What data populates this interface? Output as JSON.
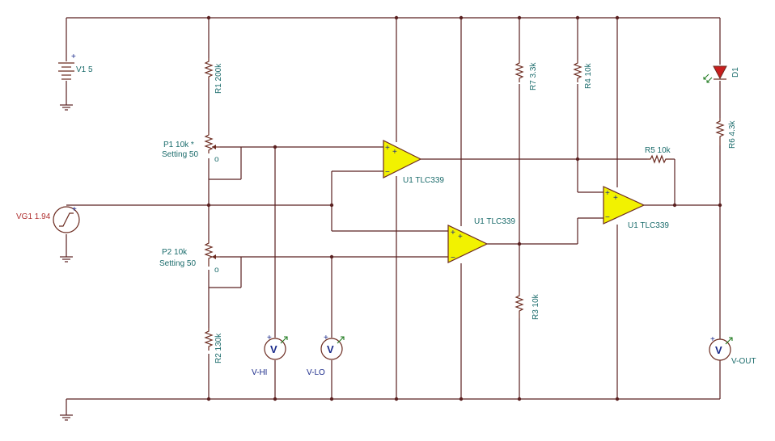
{
  "components": {
    "v1": {
      "label": "V1 5"
    },
    "vg1": {
      "label": "VG1 1.94"
    },
    "r1": {
      "label": "R1 200k"
    },
    "r2": {
      "label": "R2 130k"
    },
    "r3": {
      "label": "R3 10k"
    },
    "r4": {
      "label": "R4 10k"
    },
    "r5": {
      "label": "R5 10k"
    },
    "r6": {
      "label": "R6 4.3k"
    },
    "r7": {
      "label": "R7 3.3k"
    },
    "p1": {
      "label": "P1 10k *",
      "setting": "Setting 50"
    },
    "p2": {
      "label": "P2 10k",
      "setting": "Setting 50"
    },
    "d1": {
      "label": "D1"
    },
    "u1a": {
      "label": "U1 TLC339"
    },
    "u1b": {
      "label": "U1 TLC339"
    },
    "u1c": {
      "label": "U1 TLC339"
    },
    "vhi": {
      "label": "V-HI",
      "symbol": "V"
    },
    "vlo": {
      "label": "V-LO",
      "symbol": "V"
    },
    "vout": {
      "label": "V-OUT",
      "symbol": "V"
    }
  },
  "marks": {
    "plus": "+",
    "minus": "−",
    "wiper": "o"
  },
  "colors": {
    "wire": "#5a2020",
    "opamp_fill": "#f2f200",
    "led": "#c81e1e",
    "label_teal": "#1a6b6b",
    "label_red": "#b03030",
    "meter_green": "#1e7a1e"
  }
}
